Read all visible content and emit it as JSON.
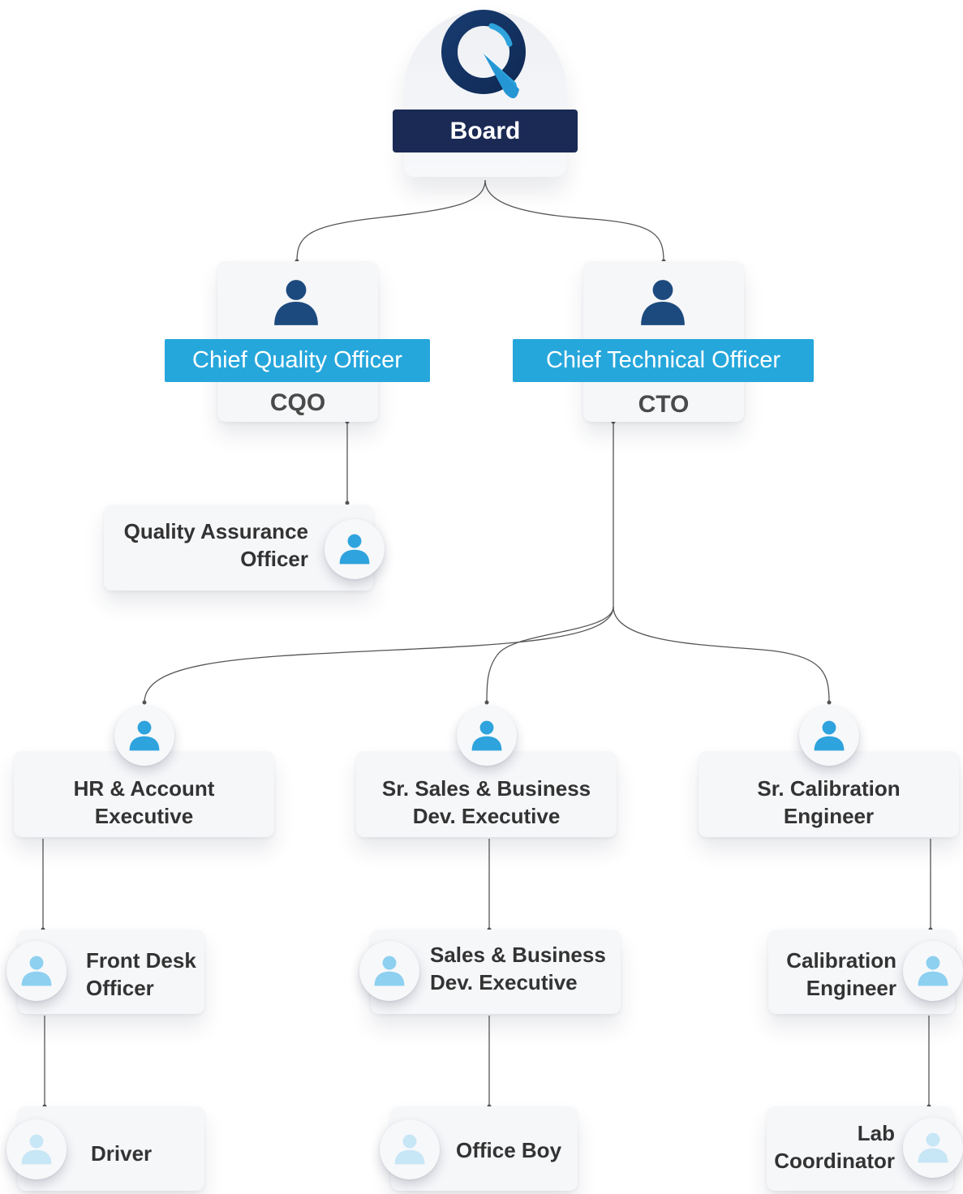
{
  "board": {
    "label": "Board"
  },
  "chiefs": [
    {
      "title": "Chief Quality Officer",
      "abbr": "CQO"
    },
    {
      "title": "Chief Technical Officer",
      "abbr": "CTO"
    }
  ],
  "staff": {
    "qa_officer": {
      "line1": "Quality Assurance",
      "line2": "Officer"
    },
    "hr_account": {
      "line1": "HR & Account",
      "line2": "Executive"
    },
    "sr_sales": {
      "line1": "Sr. Sales & Business",
      "line2": "Dev. Executive"
    },
    "sr_calibration": {
      "line1": "Sr. Calibration",
      "line2": "Engineer"
    },
    "front_desk": {
      "line1": "Front Desk",
      "line2": "Officer"
    },
    "sales_exec": {
      "line1": "Sales & Business",
      "line2": "Dev. Executive"
    },
    "calibration_eng": {
      "line1": "Calibration",
      "line2": "Engineer"
    },
    "driver": {
      "line1": "Driver"
    },
    "office_boy": {
      "line1": "Office Boy"
    },
    "lab_coordinator": {
      "line1": "Lab",
      "line2": "Coordinator"
    }
  },
  "colors": {
    "navy": "#1b2a55",
    "chief_banner": "#26a7dc",
    "icon_dark": "#1c4a7e",
    "icon_mid": "#2ea3dd",
    "icon_light": "#8dd0f0",
    "icon_pale": "#c7e6f6",
    "connector": "#555555"
  },
  "icons": {
    "logo": "q-logo-icon",
    "person": "person-icon"
  }
}
